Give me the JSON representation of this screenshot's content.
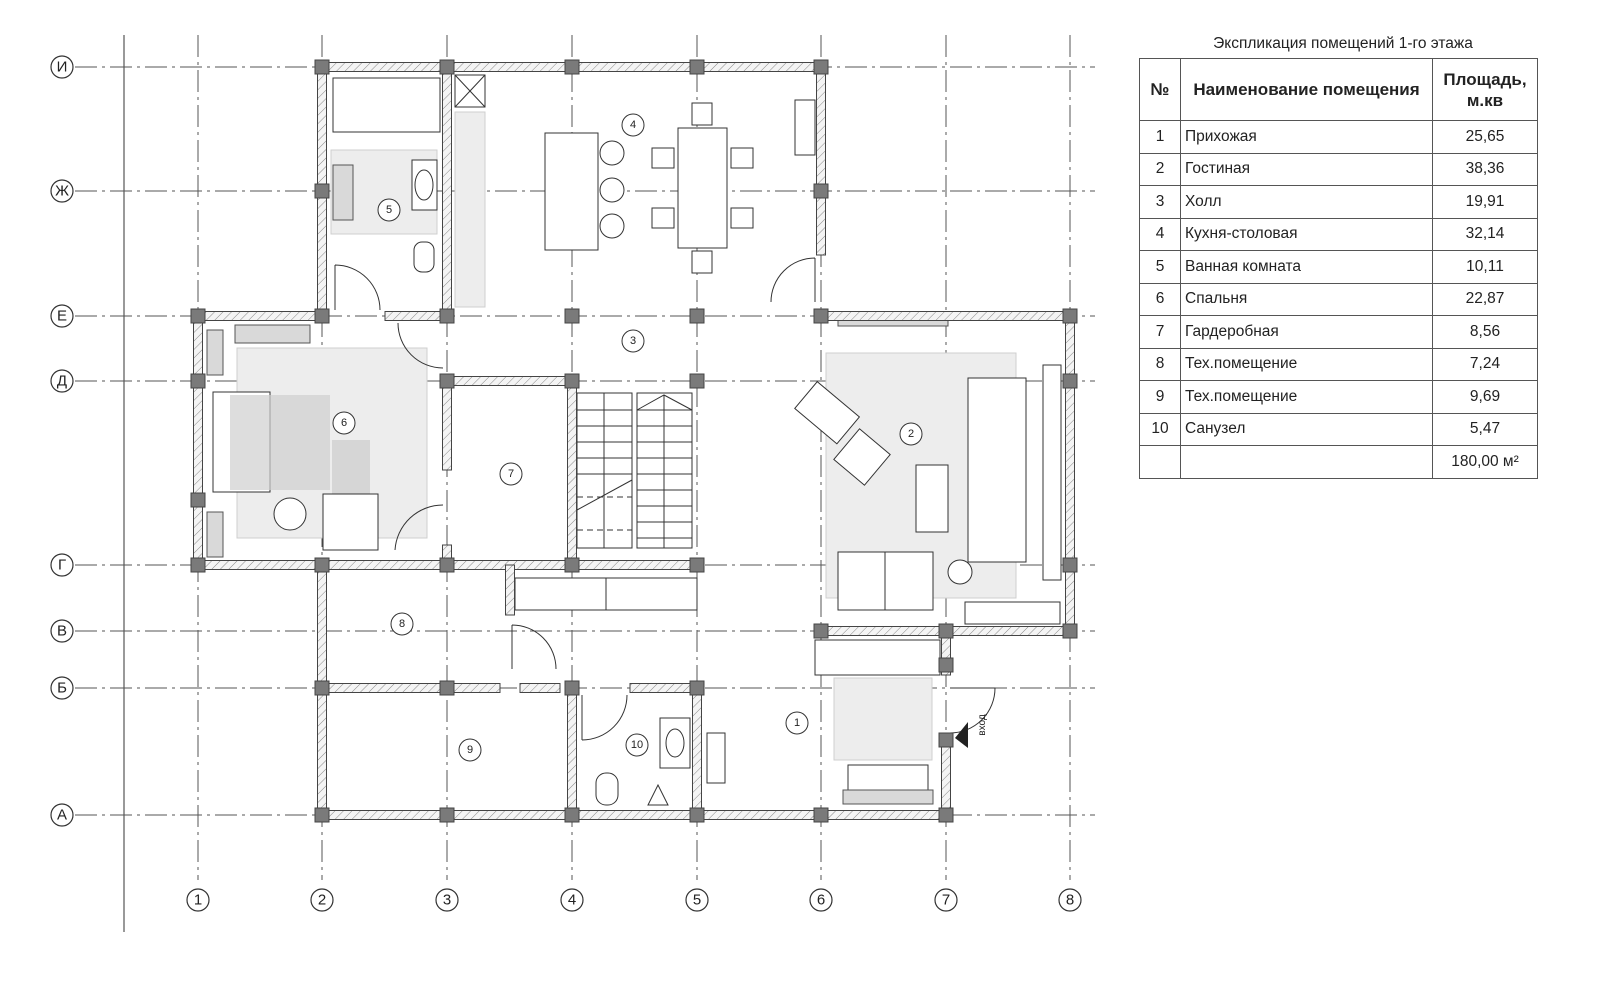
{
  "axes": {
    "rows": [
      "И",
      "Ж",
      "Е",
      "Д",
      "Г",
      "В",
      "Б",
      "А"
    ],
    "columns": [
      "1",
      "2",
      "3",
      "4",
      "5",
      "6",
      "7",
      "8"
    ]
  },
  "rooms_on_plan": [
    "1",
    "2",
    "3",
    "4",
    "5",
    "6",
    "7",
    "8",
    "9",
    "10"
  ],
  "entrance_label": "вход",
  "explication": {
    "title": "Экспликация помещений 1-го этажа",
    "headers": {
      "num": "№",
      "name": "Наименование помещения",
      "area": "Площадь, м.кв"
    },
    "rows": [
      {
        "num": "1",
        "name": "Прихожая",
        "area": "25,65"
      },
      {
        "num": "2",
        "name": "Гостиная",
        "area": "38,36"
      },
      {
        "num": "3",
        "name": "Холл",
        "area": "19,91"
      },
      {
        "num": "4",
        "name": "Кухня-столовая",
        "area": "32,14"
      },
      {
        "num": "5",
        "name": "Ванная комната",
        "area": "10,11"
      },
      {
        "num": "6",
        "name": "Спальня",
        "area": "22,87"
      },
      {
        "num": "7",
        "name": "Гардеробная",
        "area": "8,56"
      },
      {
        "num": "8",
        "name": "Тех.помещение",
        "area": "7,24"
      },
      {
        "num": "9",
        "name": "Тех.помещение",
        "area": "9,69"
      },
      {
        "num": "10",
        "name": "Санузел",
        "area": "5,47"
      }
    ],
    "total": "180,00 м²"
  }
}
